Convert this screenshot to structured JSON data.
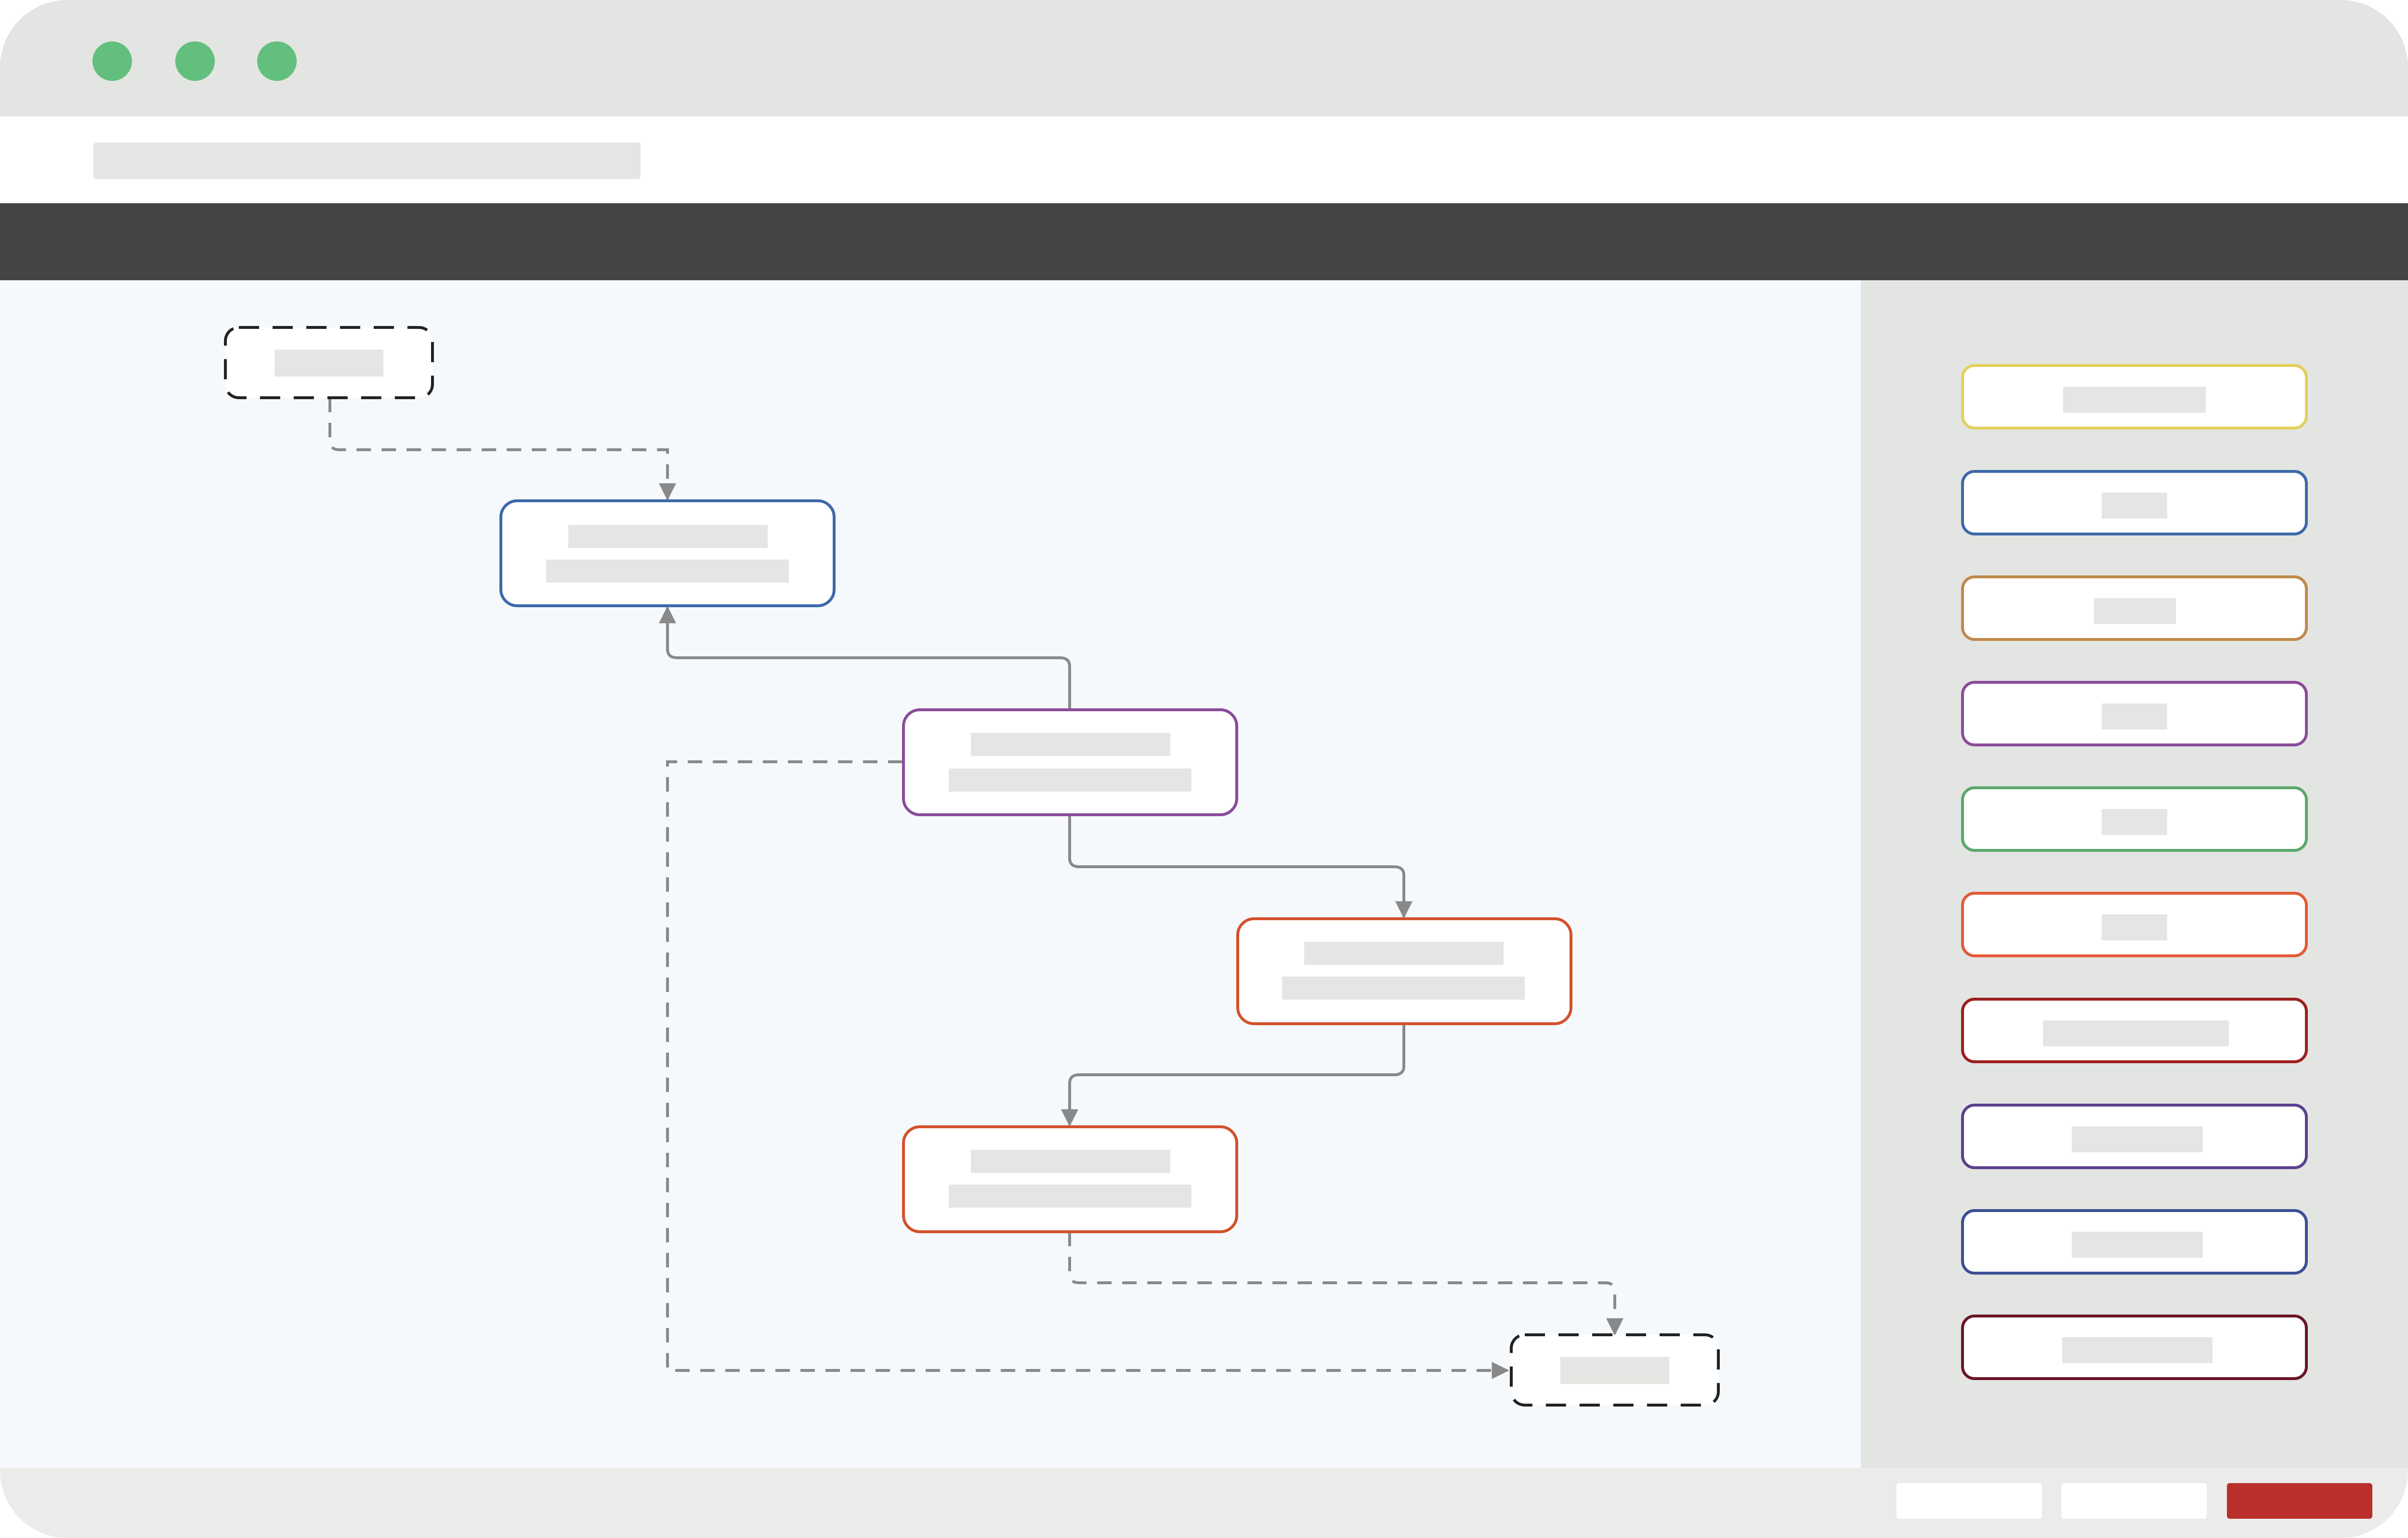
{
  "window": {
    "traffic_lights": [
      "#63bf7d",
      "#63bf7d",
      "#63bf7d"
    ]
  },
  "address_bar": {
    "value": ""
  },
  "workflow": {
    "nodes": [
      {
        "id": "start",
        "kind": "terminal",
        "style": "dashed",
        "color": "#222222",
        "lines": [
          ""
        ]
      },
      {
        "id": "step-1",
        "kind": "task",
        "color": "#3d69a8",
        "lines": [
          "",
          ""
        ]
      },
      {
        "id": "step-2",
        "kind": "task",
        "color": "#8a4c9a",
        "lines": [
          "",
          ""
        ]
      },
      {
        "id": "step-3",
        "kind": "task",
        "color": "#d2512c",
        "lines": [
          "",
          ""
        ]
      },
      {
        "id": "step-4",
        "kind": "task",
        "color": "#d2512c",
        "lines": [
          "",
          ""
        ]
      },
      {
        "id": "end",
        "kind": "terminal",
        "style": "dashed",
        "color": "#222222",
        "lines": [
          ""
        ]
      }
    ],
    "edges": [
      {
        "from": "start",
        "to": "step-1",
        "style": "dashed"
      },
      {
        "from": "step-2",
        "to": "step-1",
        "style": "solid"
      },
      {
        "from": "step-2",
        "to": "step-3",
        "style": "solid"
      },
      {
        "from": "step-3",
        "to": "step-4",
        "style": "solid"
      },
      {
        "from": "step-4",
        "to": "end",
        "style": "dashed"
      },
      {
        "from": "step-2",
        "to": "end",
        "style": "dashed"
      }
    ]
  },
  "palette": {
    "items": [
      {
        "label": "",
        "color": "#e3d05b"
      },
      {
        "label": "",
        "color": "#3d69a8"
      },
      {
        "label": "",
        "color": "#c08a4c"
      },
      {
        "label": "",
        "color": "#8a4c9a"
      },
      {
        "label": "",
        "color": "#5aa86b"
      },
      {
        "label": "",
        "color": "#e45a37"
      },
      {
        "label": "",
        "color": "#9b1f1f"
      },
      {
        "label": "",
        "color": "#5b3f8f"
      },
      {
        "label": "",
        "color": "#3b4f93"
      },
      {
        "label": "",
        "color": "#6a1526"
      }
    ]
  },
  "footer": {
    "buttons": [
      {
        "label": "",
        "variant": "secondary"
      },
      {
        "label": "",
        "variant": "secondary"
      },
      {
        "label": "",
        "variant": "primary",
        "color": "#ba2f2b"
      }
    ]
  }
}
